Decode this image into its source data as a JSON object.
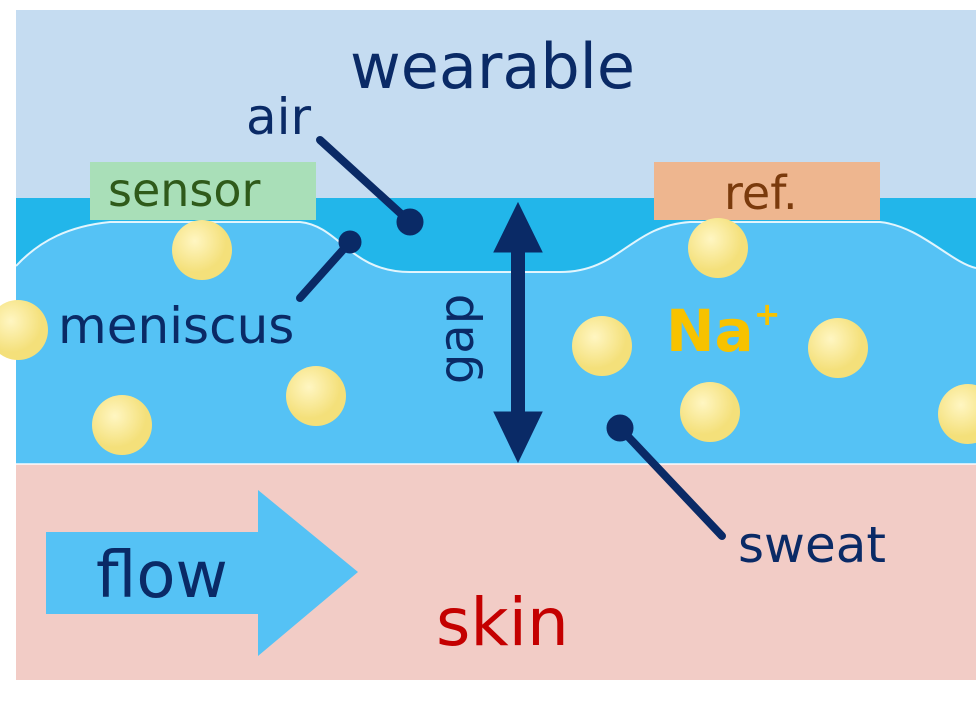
{
  "labels": {
    "wearable": "wearable",
    "air": "air",
    "sensor": "sensor",
    "ref": "ref.",
    "meniscus": "meniscus",
    "gap": "gap",
    "na": "Na",
    "na_charge": "+",
    "sweat": "sweat",
    "flow": "flow",
    "skin": "skin"
  },
  "colors": {
    "wearable_layer": "#c5dcf1",
    "air_gap": "#22b6ea",
    "sweat_layer": "#55c2f5",
    "skin_layer": "#f2ccc6",
    "sensor_pad": "#a9dfb8",
    "ref_pad": "#eeb68f",
    "ion": "#f4e07a",
    "ion_highlight": "#fff6c2",
    "flow_arrow": "#55c2f5",
    "annotation": "#0a2a66",
    "na_text": "#f7c200",
    "skin_text": "#c40000"
  }
}
